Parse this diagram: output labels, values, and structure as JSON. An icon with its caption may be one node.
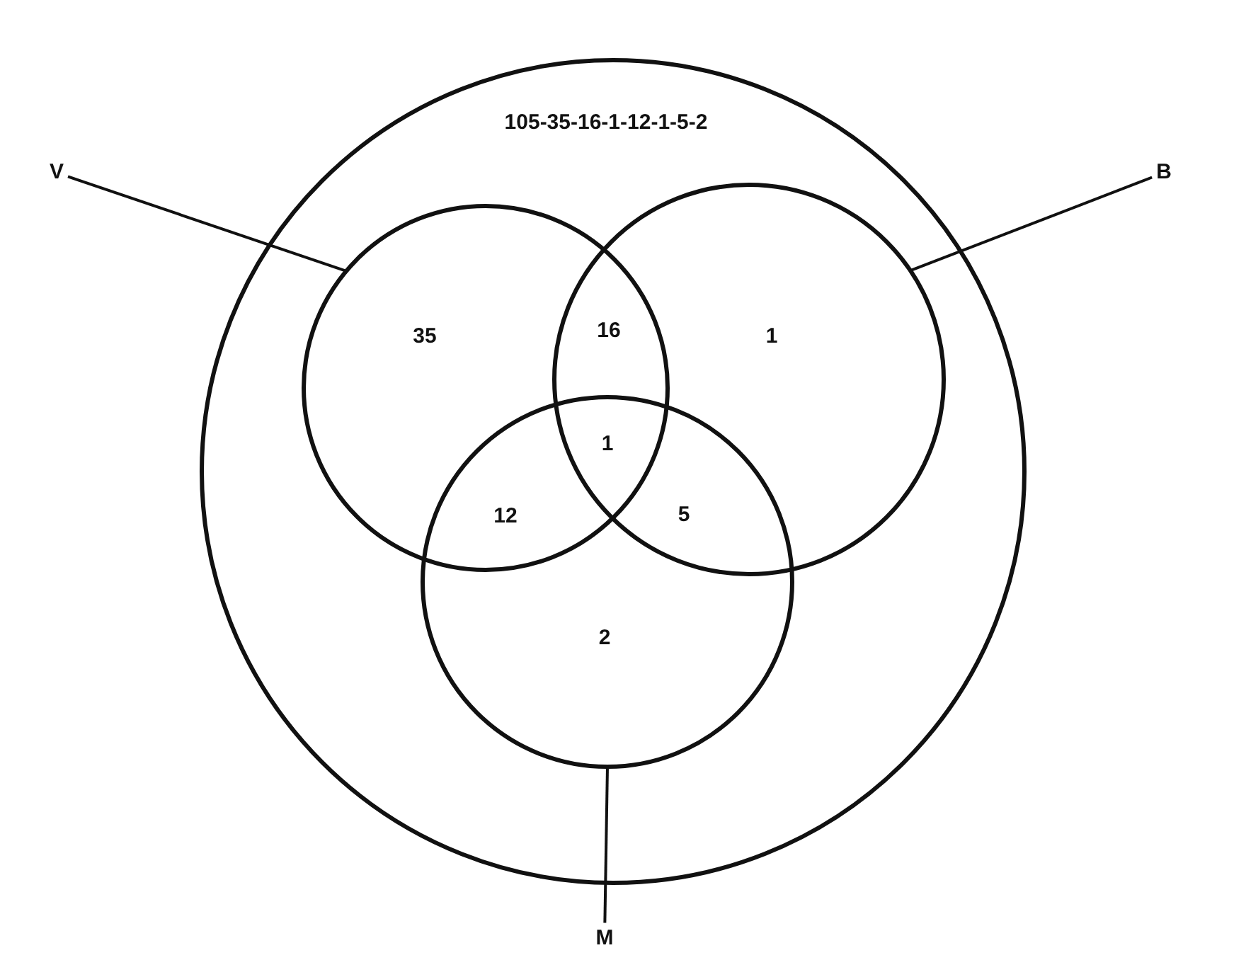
{
  "diagram": {
    "nodes": [
      {
        "text": [
          "105-35-16-1-12-1-5-2"
        ]
      },
      {
        "text": [],
        "shape": "circle",
        "in": 0
      },
      {
        "text": [],
        "shape": "circle",
        "in": 0
      },
      {
        "text": [],
        "shape": "circle",
        "in": 0
      },
      {
        "text": [
          "V"
        ]
      },
      {
        "text": [
          "B"
        ]
      },
      {
        "text": [
          "M"
        ]
      }
    ],
    "edges": [
      {
        "from": 4,
        "to": 1,
        "arrow": "none"
      },
      {
        "from": 5,
        "to": 2,
        "arrow": "none"
      },
      {
        "from": 6,
        "to": 3,
        "arrow": "none"
      }
    ],
    "labels": [
      "35",
      "16",
      "1",
      "1",
      "12",
      "5",
      "2"
    ]
  }
}
